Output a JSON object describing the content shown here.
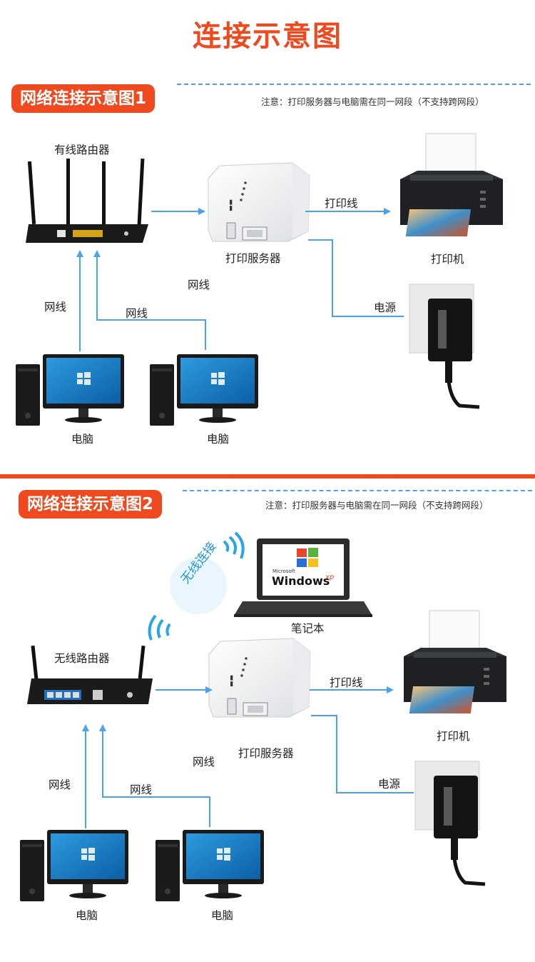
{
  "page": {
    "title": "连接示意图",
    "accent": "#ef4a1f",
    "line_color": "#4aa3ea"
  },
  "diagram1": {
    "badge": "网络连接示意图1",
    "note": "注意：打印服务器与电脑需在同一网段（不支持跨网段）",
    "router_label": "有线路由器",
    "server_label": "打印服务器",
    "printer_label": "打印机",
    "print_cable": "打印线",
    "power_label": "电源",
    "cable_server": "网线",
    "cable_left": "网线",
    "cable_mid": "网线",
    "pc1_label": "电脑",
    "pc2_label": "电脑"
  },
  "diagram2": {
    "badge": "网络连接示意图2",
    "note": "注意：打印服务器与电脑需在同一网段（不支持跨网段）",
    "wireless_text": "无线连接",
    "laptop_label": "笔记本",
    "laptop_os_top": "Microsoft",
    "laptop_os": "Windows",
    "laptop_os_sup": "xp",
    "router_label": "无线路由器",
    "server_label": "打印服务器",
    "printer_label": "打印机",
    "print_cable": "打印线",
    "power_label": "电源",
    "cable_server": "网线",
    "cable_left": "网线",
    "cable_mid": "网线",
    "pc1_label": "电脑",
    "pc2_label": "电脑"
  }
}
